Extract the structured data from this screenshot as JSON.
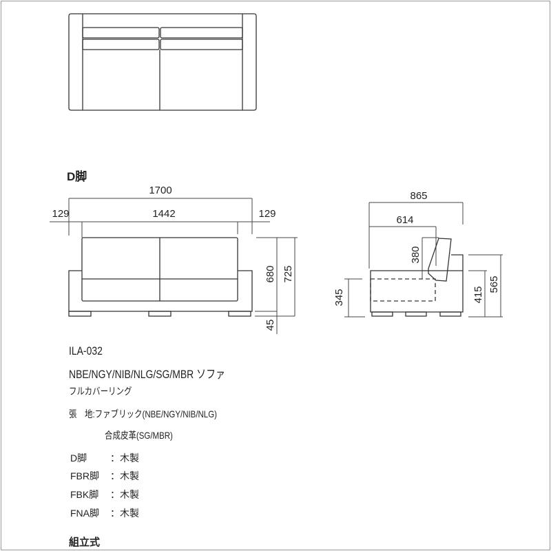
{
  "section_heading": "D脚",
  "dimensions": {
    "front": {
      "total_width": "1700",
      "arm_left": "129",
      "inner_width": "1442",
      "arm_right": "129",
      "body_height": "680",
      "total_height": "725",
      "leg_height": "45"
    },
    "side": {
      "total_depth": "865",
      "seat_depth": "614",
      "back_height": "380",
      "seat_height": "345",
      "arm_height": "415",
      "back_total_height": "565"
    }
  },
  "spec": {
    "model": "ILA-032",
    "name": "NBE/NGY/NIB/NLG/SG/MBR ソファ",
    "feature": "フルカバーリング",
    "upholstery_label": "張　地:",
    "upholstery_fabric": "ファブリック(NBE/NGY/NIB/NLG)",
    "upholstery_leather": "合成皮革(SG/MBR)",
    "legs": [
      {
        "name": "D脚",
        "sep": "：",
        "material": "木製"
      },
      {
        "name": "FBR脚",
        "sep": "：",
        "material": "木製"
      },
      {
        "name": "FBK脚",
        "sep": "：",
        "material": "木製"
      },
      {
        "name": "FNA脚",
        "sep": "：",
        "material": "木製"
      }
    ],
    "assembly": "組立式"
  }
}
